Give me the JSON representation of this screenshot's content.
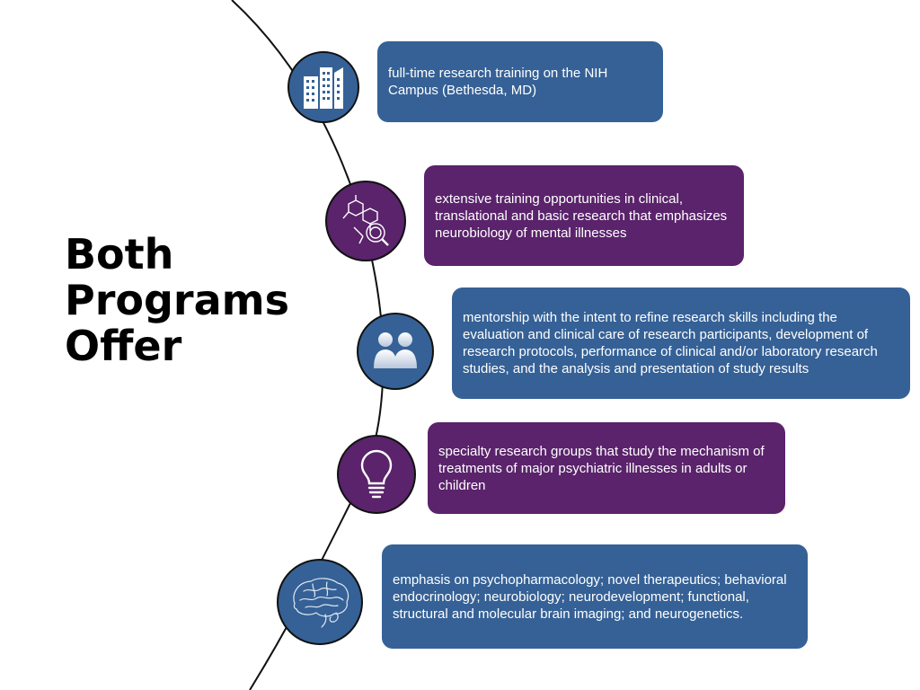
{
  "title": {
    "line1": "Both",
    "line2": "Programs",
    "line3": "Offer"
  },
  "colors": {
    "blue": "#356196",
    "purple": "#5a236b",
    "line": "#111111"
  },
  "items": [
    {
      "icon": "building-icon",
      "text": "full-time research training on the NIH Campus (Bethesda, MD)"
    },
    {
      "icon": "molecule-icon",
      "text": "extensive training opportunities in clinical, translational and basic research that emphasizes neurobiology of mental illnesses"
    },
    {
      "icon": "people-icon",
      "text": "mentorship with the intent to refine research skills including the evaluation and clinical care of research participants, development of research protocols, performance of clinical and/or laboratory research studies, and the analysis and presentation of study results"
    },
    {
      "icon": "lightbulb-icon",
      "text": "specialty research groups that study the mechanism of treatments of major psychiatric illnesses in adults or children"
    },
    {
      "icon": "brain-icon",
      "text": "emphasis on psychopharmacology; novel therapeutics; behavioral endocrinology; neurobiology; neurodevelopment; functional, structural and molecular brain imaging; and neurogenetics."
    }
  ]
}
